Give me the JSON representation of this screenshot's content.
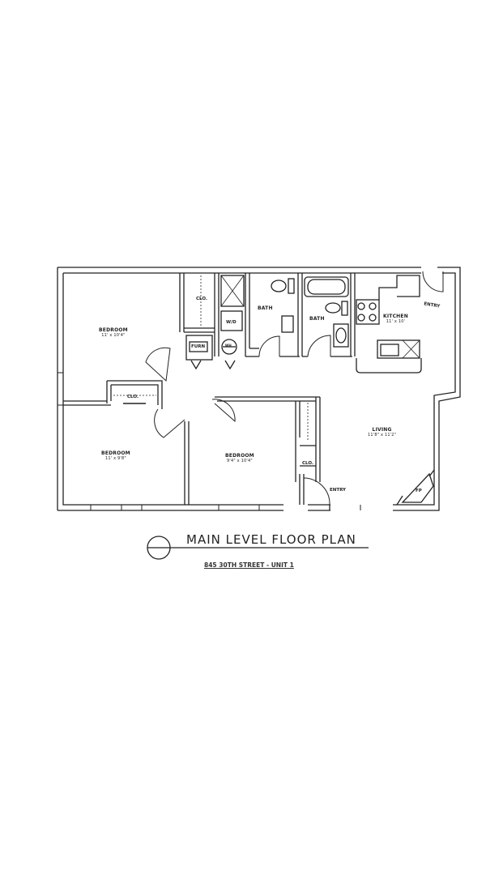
{
  "plan": {
    "title": "MAIN LEVEL FLOOR PLAN",
    "subtitle": "845 30TH STREET - UNIT 1",
    "rooms": [
      {
        "name": "BEDROOM",
        "dims": "11' x 10'4\""
      },
      {
        "name": "BEDROOM",
        "dims": "11' x 9'8\""
      },
      {
        "name": "BEDROOM",
        "dims": "9'4\" x 10'4\""
      },
      {
        "name": "LIVING",
        "dims": "11'8\" x 11'2\""
      },
      {
        "name": "KITCHEN",
        "dims": "11' x 10'"
      },
      {
        "name": "BATH"
      },
      {
        "name": "BATH"
      }
    ],
    "fixtures": {
      "closet_1": "CLO.",
      "closet_2": "CLO.",
      "closet_3": "CLO.",
      "washer_dryer": "W/D",
      "furnace": "FURN",
      "water_heater": "WH",
      "fireplace": "FP",
      "entry_kitchen": "ENTRY",
      "entry_living": "ENTRY"
    }
  }
}
